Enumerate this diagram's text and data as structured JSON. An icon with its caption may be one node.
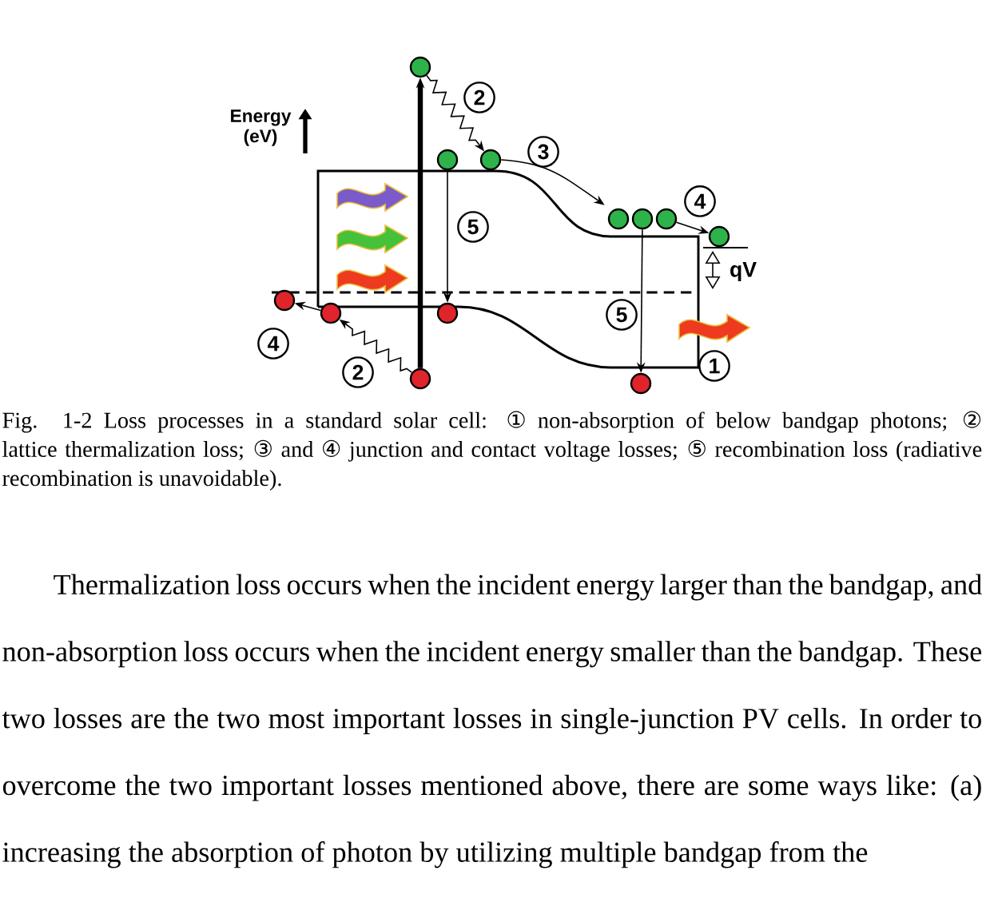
{
  "diagram": {
    "caption": "Fig. 1-2 Loss processes in a standard solar cell: ① non-absorption of below bandgap photons; ② lattice thermalization loss; ③ and ④ junction and contact voltage losses; ⑤ recombination loss (radiative recombination is unavoidable).",
    "nodes": [
      {
        "text": [],
        "shape": "circle"
      },
      {
        "text": [],
        "shape": "circle"
      },
      {
        "text": [],
        "shape": "circle"
      },
      {
        "text": [],
        "shape": "circle"
      },
      {
        "text": [],
        "shape": "circle"
      },
      {
        "text": [],
        "shape": "circle"
      },
      {
        "text": [],
        "shape": "circle"
      },
      {
        "text": [],
        "shape": "circle"
      },
      {
        "text": [],
        "shape": "circle"
      },
      {
        "text": [],
        "shape": "circle"
      },
      {
        "text": [],
        "shape": "circle"
      },
      {
        "text": [],
        "shape": "circle"
      }
    ],
    "edges": [
      {
        "from": 10,
        "to": 0,
        "arrow": "to",
        "style": "thick"
      },
      {
        "from": 0,
        "to": 2,
        "arrow": "to",
        "label": "2"
      },
      {
        "from": 2,
        "to": 3,
        "arrow": "to",
        "label": "3"
      },
      {
        "from": 1,
        "to": 9,
        "arrow": "to",
        "label": "5"
      },
      {
        "from": 4,
        "to": 11,
        "arrow": "to",
        "label": "5"
      },
      {
        "from": 5,
        "to": 6,
        "arrow": "to",
        "label": "4"
      },
      {
        "from": 10,
        "to": 8,
        "arrow": "to",
        "label": "2"
      },
      {
        "from": 8,
        "to": 7,
        "arrow": "to",
        "label": "4"
      }
    ],
    "labels": [
      "Energy (eV)",
      "qV",
      "1",
      "Thermalization loss occurs when the incident energy larger than the bandgap, and non-absorption loss occurs when the incident energy smaller than the bandgap. These two losses are the two most important losses in single-junction PV cells. In order to overcome the two important losses mentioned above, there are some ways like: (a) increasing the absorption of photon by utilizing multiple bandgap from the"
    ]
  }
}
